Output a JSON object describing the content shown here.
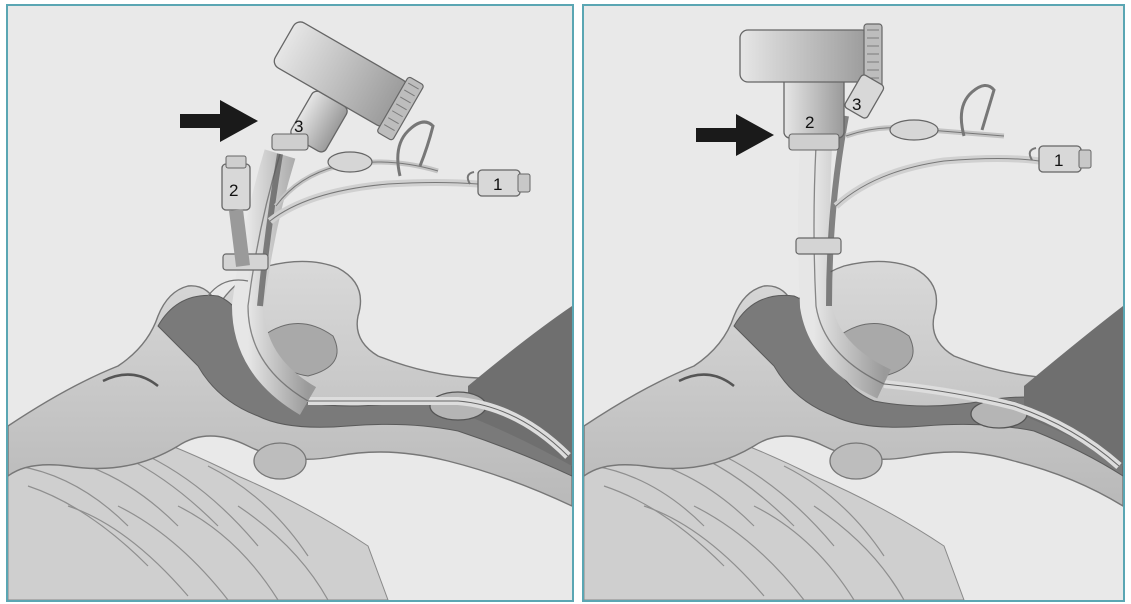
{
  "figure": {
    "panels": [
      {
        "labels": {
          "connector_1": "1",
          "connector_2": "2",
          "connector_3": "3"
        }
      },
      {
        "labels": {
          "connector_1": "1",
          "connector_2": "2",
          "connector_3": "3"
        }
      }
    ],
    "colors": {
      "frame": "#5aa6b3",
      "background": "#e9e9e9",
      "arrow": "#1a1a1a",
      "skin": "#c8c8c8",
      "tube": "#8c8c8c"
    }
  }
}
